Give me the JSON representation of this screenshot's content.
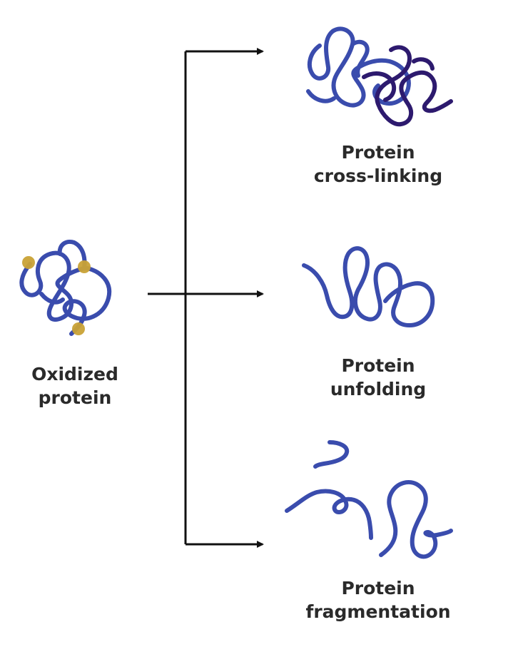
{
  "labels": {
    "oxidized": [
      "Oxidized",
      "protein"
    ],
    "crosslinking": [
      "Protein",
      "cross-linking"
    ],
    "unfolding": [
      "Protein",
      "unfolding"
    ],
    "fragmentation": [
      "Protein",
      "fragmentation"
    ]
  },
  "colors": {
    "protein_chain": "#3a4cad",
    "protein_chain_second": "#2d1a6e",
    "oxidation_site": "#c9a236",
    "arrow": "#111111",
    "text": "#2a2a2a"
  }
}
